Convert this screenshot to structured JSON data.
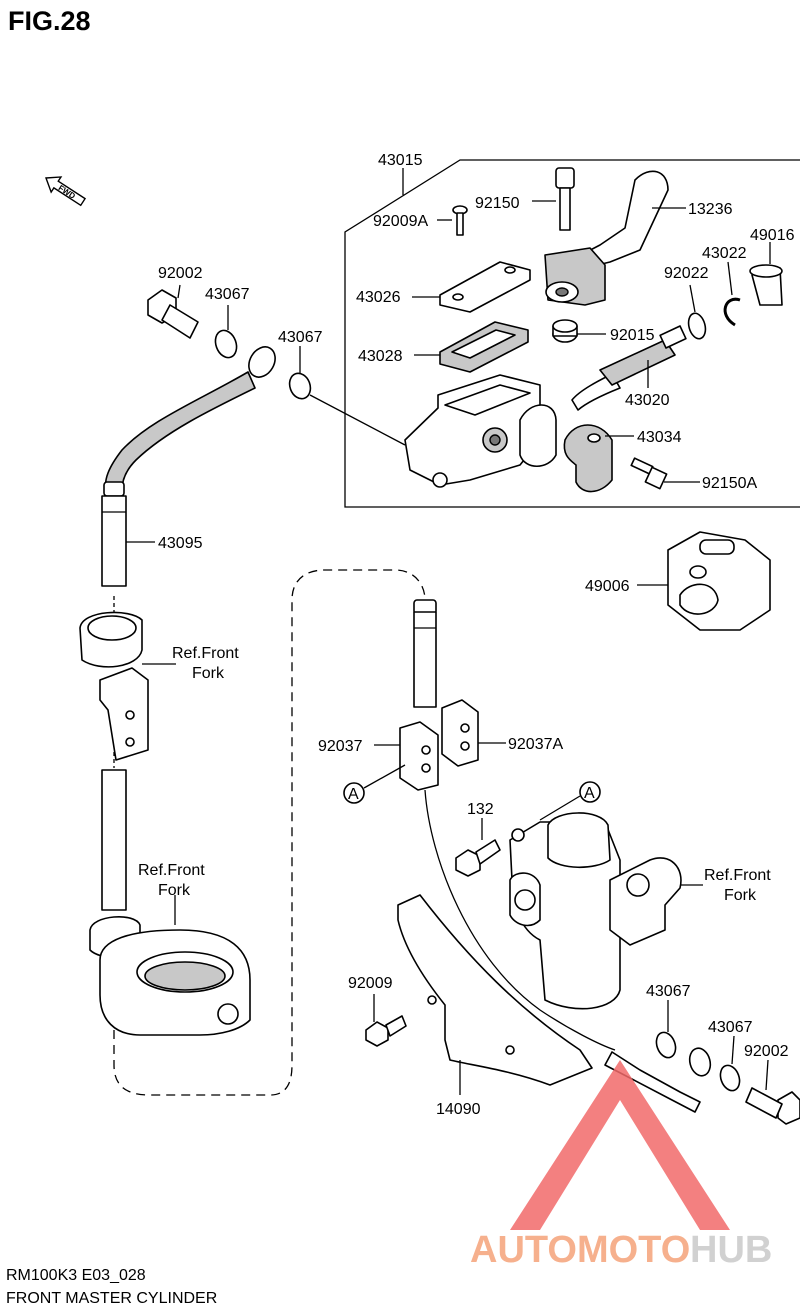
{
  "figure": {
    "title": "FIG.28"
  },
  "fwd_label": "FWD",
  "parts": [
    {
      "id": "43015"
    },
    {
      "id": "92150"
    },
    {
      "id": "13236"
    },
    {
      "id": "92009A"
    },
    {
      "id": "49016"
    },
    {
      "id": "43022"
    },
    {
      "id": "92022"
    },
    {
      "id": "43026"
    },
    {
      "id": "92015"
    },
    {
      "id": "43028"
    },
    {
      "id": "43020"
    },
    {
      "id": "43034"
    },
    {
      "id": "92150A"
    },
    {
      "id": "92002"
    },
    {
      "id": "43067"
    },
    {
      "id": "43067"
    },
    {
      "id": "43095"
    },
    {
      "id": "49006"
    },
    {
      "id": "Ref.Front\nFork"
    },
    {
      "id": "92037"
    },
    {
      "id": "92037A"
    },
    {
      "id": "132"
    },
    {
      "id": "Ref.Front\nFork"
    },
    {
      "id": "Ref.Front\nFork"
    },
    {
      "id": "92009"
    },
    {
      "id": "43067"
    },
    {
      "id": "43067"
    },
    {
      "id": "92002"
    },
    {
      "id": "14090"
    }
  ],
  "refs": {
    "a1": "A",
    "a2": "A"
  },
  "footer": {
    "model_code": "RM100K3 E03_028",
    "name": "FRONT MASTER CYLINDER"
  },
  "watermark": {
    "prefix": "AUTOMOTO",
    "suffix": "HUB",
    "color_accent": "#f5a37a",
    "color_hub": "#c9c9c9",
    "color_logo": "#f26a6a"
  }
}
